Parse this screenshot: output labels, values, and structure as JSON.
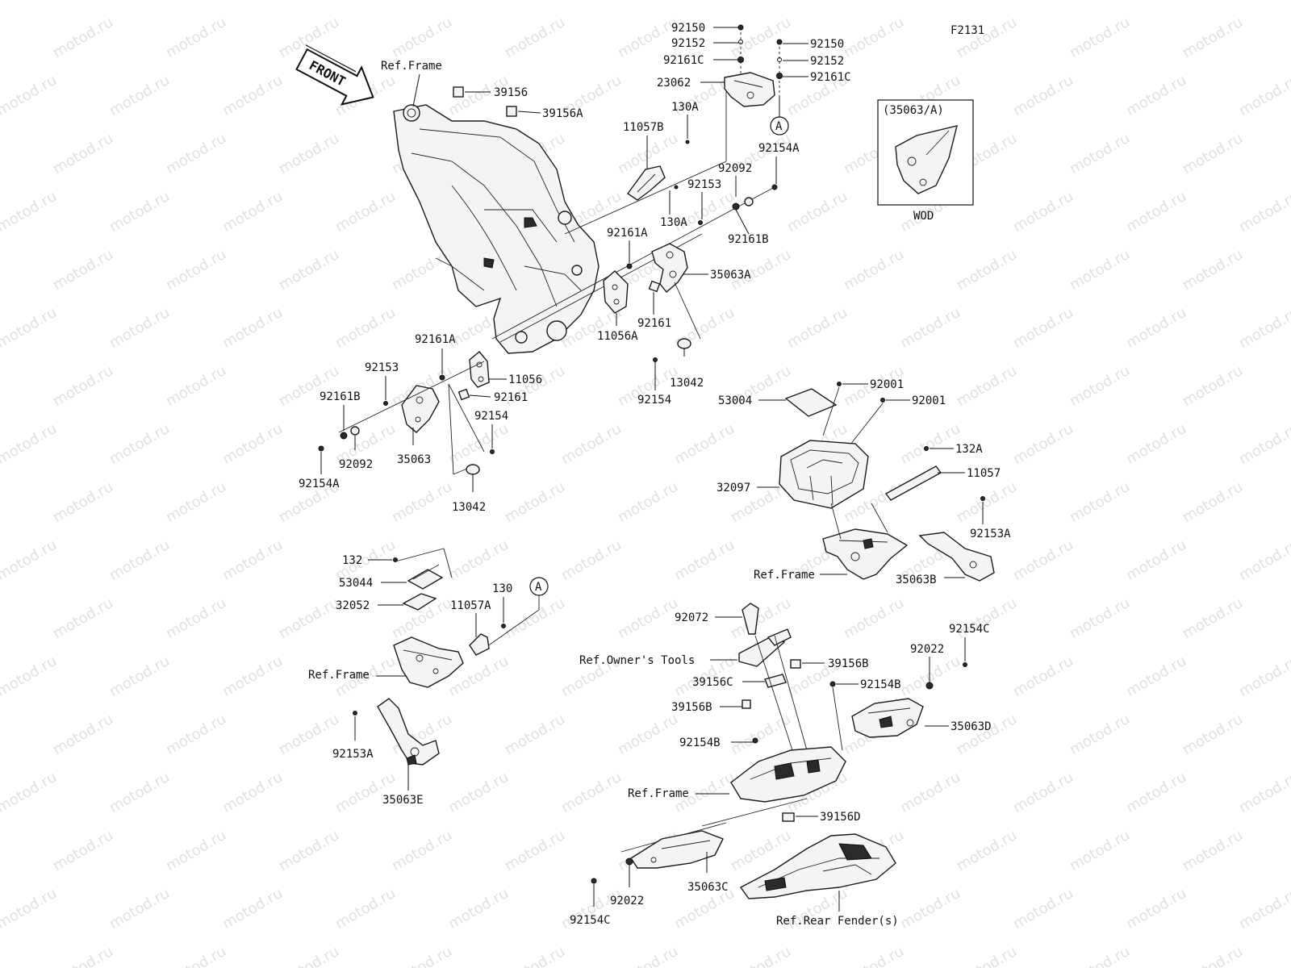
{
  "diagram_code": "F2131",
  "watermark": "motod.ru",
  "front_arrow": "FRONT",
  "inset": {
    "title": "(35063/A)",
    "caption": "WOD"
  },
  "callouts": {
    "a_top": "A",
    "a_lower": "A"
  },
  "labels": {
    "ref_frame_top": "Ref.Frame",
    "p39156": "39156",
    "p39156A": "39156A",
    "p92150_a": "92150",
    "p92152_a": "92152",
    "p92161C_a": "92161C",
    "p23062": "23062",
    "p92150_b": "92150",
    "p92152_b": "92152",
    "p92161C_b": "92161C",
    "p130A_a": "130A",
    "p11057B": "11057B",
    "p92154A_top": "92154A",
    "p92092_top": "92092",
    "p92153_top": "92153",
    "p130A_b": "130A",
    "p92161B_top": "92161B",
    "p92161A_top": "92161A",
    "p35063A": "35063A",
    "p92161_top": "92161",
    "p11056A": "11056A",
    "p13042_top": "13042",
    "p92154_mid": "92154",
    "p92161A_left": "92161A",
    "p92153_left": "92153",
    "p11056": "11056",
    "p92161_left": "92161",
    "p92161B_left": "92161B",
    "p92154_left": "92154",
    "p92092_left": "92092",
    "p35063": "35063",
    "p92154A_left": "92154A",
    "p13042_left": "13042",
    "p92001_a": "92001",
    "p53004": "53004",
    "p92001_b": "92001",
    "p132A": "132A",
    "p11057": "11057",
    "p32097": "32097",
    "p92153A_right": "92153A",
    "ref_frame_mid": "Ref.Frame",
    "p35063B": "35063B",
    "p132": "132",
    "p53044": "53044",
    "p32052": "32052",
    "p130": "130",
    "p11057A": "11057A",
    "ref_frame_left": "Ref.Frame",
    "p92153A_left": "92153A",
    "p35063E": "35063E",
    "p92072": "92072",
    "ref_owners_tools": "Ref.Owner's Tools",
    "p39156B_a": "39156B",
    "p39156C": "39156C",
    "p92154C_right": "92154C",
    "p92022_right": "92022",
    "p92154B_a": "92154B",
    "p39156B_b": "39156B",
    "p35063D": "35063D",
    "p92154B_b": "92154B",
    "ref_frame_bottom": "Ref.Frame",
    "p39156D": "39156D",
    "p92022_bottom": "92022",
    "p35063C": "35063C",
    "p92154C_bottom": "92154C",
    "ref_rear_fender": "Ref.Rear Fender(s)"
  }
}
